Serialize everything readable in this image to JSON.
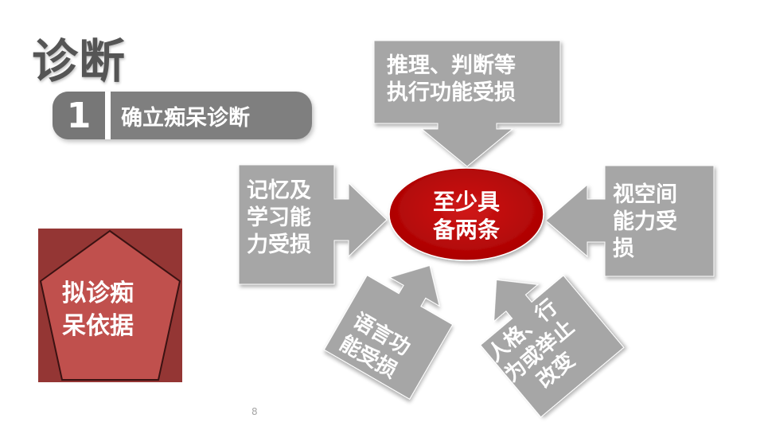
{
  "slide": {
    "title": "诊断",
    "step": {
      "number": "1",
      "label": "确立痴呆诊断"
    },
    "basis": {
      "text": "拟诊痴\n呆依据"
    },
    "center": {
      "text": "至少具\n备两条"
    },
    "criteria": {
      "top": "推理、判断等\n执行功能受损",
      "left": "记忆及\n学习能\n力受损",
      "right": "视空间\n能力受\n损",
      "bottom_left": "语言功\n能受损",
      "bottom_right": "人格、行\n为或举止\n改变"
    },
    "page_number": "8"
  },
  "colors": {
    "gray_box": "#a6a6a6",
    "dark_gray": "#7f7f7f",
    "ellipse_red": "#c00000",
    "pentagon_red": "#c0504d",
    "pentagon_dark": "#943634"
  }
}
